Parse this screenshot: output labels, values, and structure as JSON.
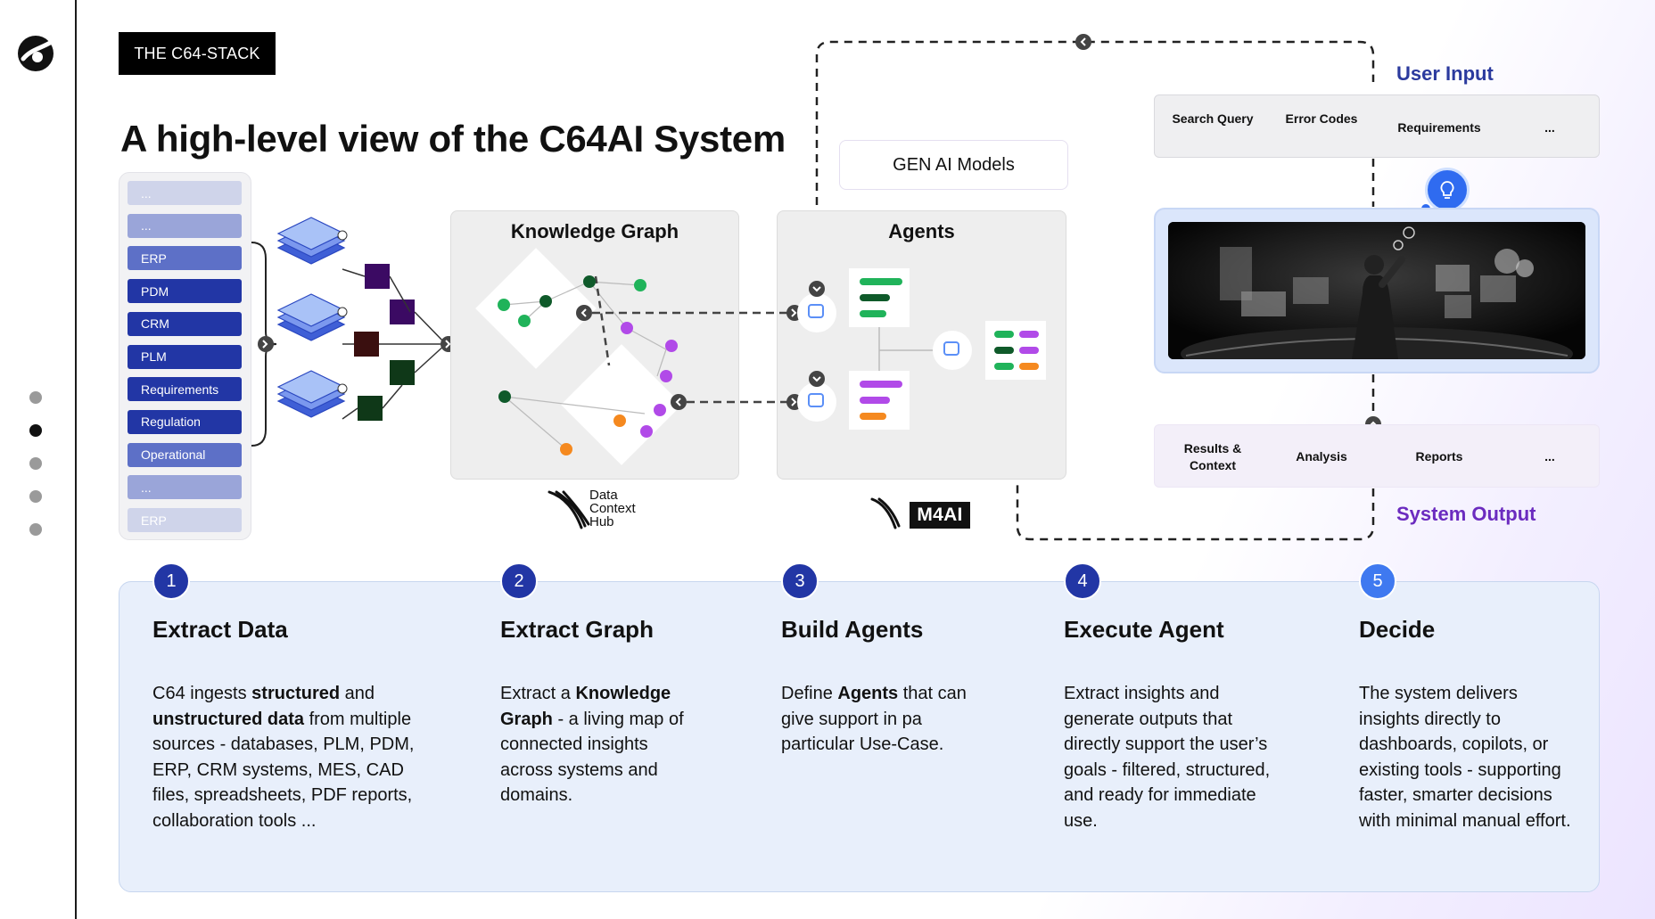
{
  "nav": {
    "dots": 5,
    "active_index": 1
  },
  "header": {
    "tag": "THE C64-STACK",
    "title": "A high-level view of the C64AI System"
  },
  "sources": [
    {
      "label": "...",
      "tone": "faint"
    },
    {
      "label": "...",
      "tone": "light"
    },
    {
      "label": "ERP",
      "tone": "mid"
    },
    {
      "label": "PDM",
      "tone": "dark"
    },
    {
      "label": "CRM",
      "tone": "dark"
    },
    {
      "label": "PLM",
      "tone": "dark"
    },
    {
      "label": "Requirements",
      "tone": "dark"
    },
    {
      "label": "Regulation",
      "tone": "dark"
    },
    {
      "label": "Operational",
      "tone": "mid"
    },
    {
      "label": "...",
      "tone": "light"
    },
    {
      "label": "ERP",
      "tone": "faint"
    }
  ],
  "knowledge_graph": {
    "title": "Knowledge Graph",
    "brand": "Data Context Hub"
  },
  "agents": {
    "title": "Agents",
    "brand": "M4AI"
  },
  "gen_ai": {
    "label": "GEN AI Models"
  },
  "user_input": {
    "label": "User Input",
    "items": [
      "Search Query",
      "Error Codes",
      "Requirements",
      "..."
    ]
  },
  "system_output": {
    "label": "System Output",
    "items": [
      "Results & Context",
      "Analysis",
      "Reports",
      "..."
    ]
  },
  "colors": {
    "navy": "#2236a5",
    "accent_blue": "#3f79f0",
    "purple": "#6b2bbf",
    "green": "#20b35a",
    "violet": "#b14ae8",
    "orange": "#f5891f"
  },
  "steps": [
    {
      "num": "1",
      "title": "Extract Data",
      "body": [
        {
          "t": "C64 ingests "
        },
        {
          "b": "structured"
        },
        {
          "t": " and "
        },
        {
          "b": "unstructured data"
        },
        {
          "t": " from multiple sources - databases, PLM, PDM, ERP, CRM systems, MES, CAD files, spreadsheets, PDF reports, collaboration tools ..."
        }
      ]
    },
    {
      "num": "2",
      "title": "Extract Graph",
      "body": [
        {
          "t": "Extract a "
        },
        {
          "b": "Knowledge Graph"
        },
        {
          "t": " - a living map of connected insights across systems and domains."
        }
      ]
    },
    {
      "num": "3",
      "title": "Build Agents",
      "body": [
        {
          "t": "Define "
        },
        {
          "b": "Agents"
        },
        {
          "t": " that can give support in pa particular Use-Case."
        }
      ]
    },
    {
      "num": "4",
      "title": "Execute Agent",
      "body": [
        {
          "t": "Extract insights and generate outputs that directly support the user’s goals - filtered, structured, and ready for immediate use."
        }
      ]
    },
    {
      "num": "5",
      "title": "Decide",
      "body": [
        {
          "t": "The system delivers insights directly to dashboards, copilots, or existing tools - supporting faster, smarter decisions with minimal manual effort."
        }
      ]
    }
  ]
}
